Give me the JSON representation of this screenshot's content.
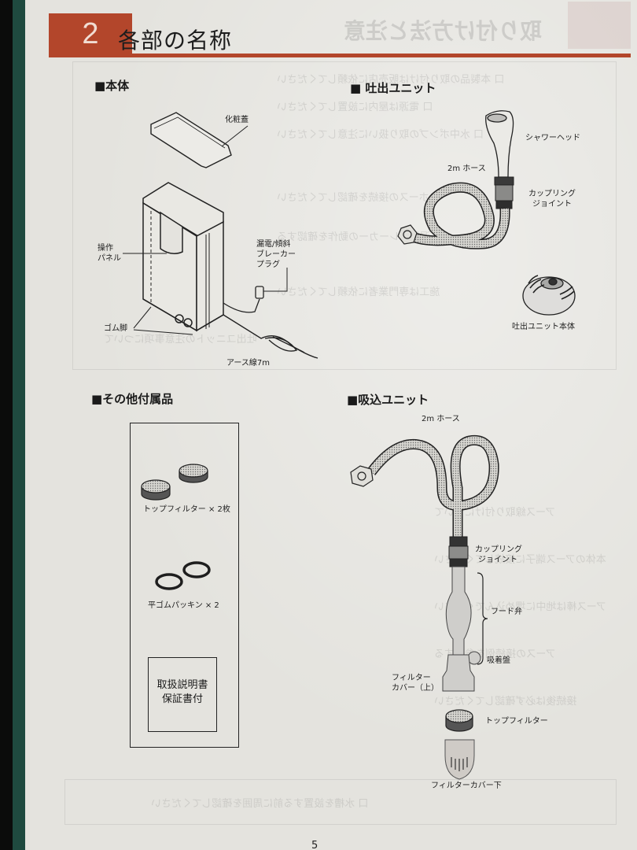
{
  "chapter": {
    "number": "2",
    "title": "各部の名称",
    "accent_color": "#b3462b"
  },
  "sections": {
    "main_body": {
      "heading": "■本体",
      "labels": {
        "cover": "化粧蓋",
        "panel_line1": "操作",
        "panel_line2": "パネル",
        "breaker_line1": "漏電/傾斜",
        "breaker_line2": "ブレーカー",
        "breaker_line3": "プラグ",
        "rubber_feet": "ゴム脚",
        "earth_wire": "アース線7m"
      }
    },
    "outlet_unit": {
      "heading": "■ 吐出ユニット",
      "labels": {
        "shower_head": "シャワーヘッド",
        "hose": "2m ホース",
        "coupling_line1": "カップリング",
        "coupling_line2": "ジョイント",
        "unit_body": "吐出ユニット本体"
      }
    },
    "accessories": {
      "heading": "■その他付属品",
      "items": [
        {
          "label": "トップフィルター × 2枚"
        },
        {
          "label": "平ゴムパッキン × 2"
        }
      ],
      "document_line1": "取扱説明書",
      "document_line2": "保証書付"
    },
    "intake_unit": {
      "heading": "■吸込ユニット",
      "labels": {
        "hose": "2m ホース",
        "coupling_line1": "カップリング",
        "coupling_line2": "ジョイント",
        "foot_valve": "フード弁",
        "suction_cup": "吸着盤",
        "filter_cover_upper_line1": "フィルター",
        "filter_cover_upper_line2": "カバー（上）",
        "top_filter": "トップフィルター",
        "filter_cover_lower": "フィルターカバー下"
      }
    }
  },
  "footer": {
    "page_number": "5"
  }
}
